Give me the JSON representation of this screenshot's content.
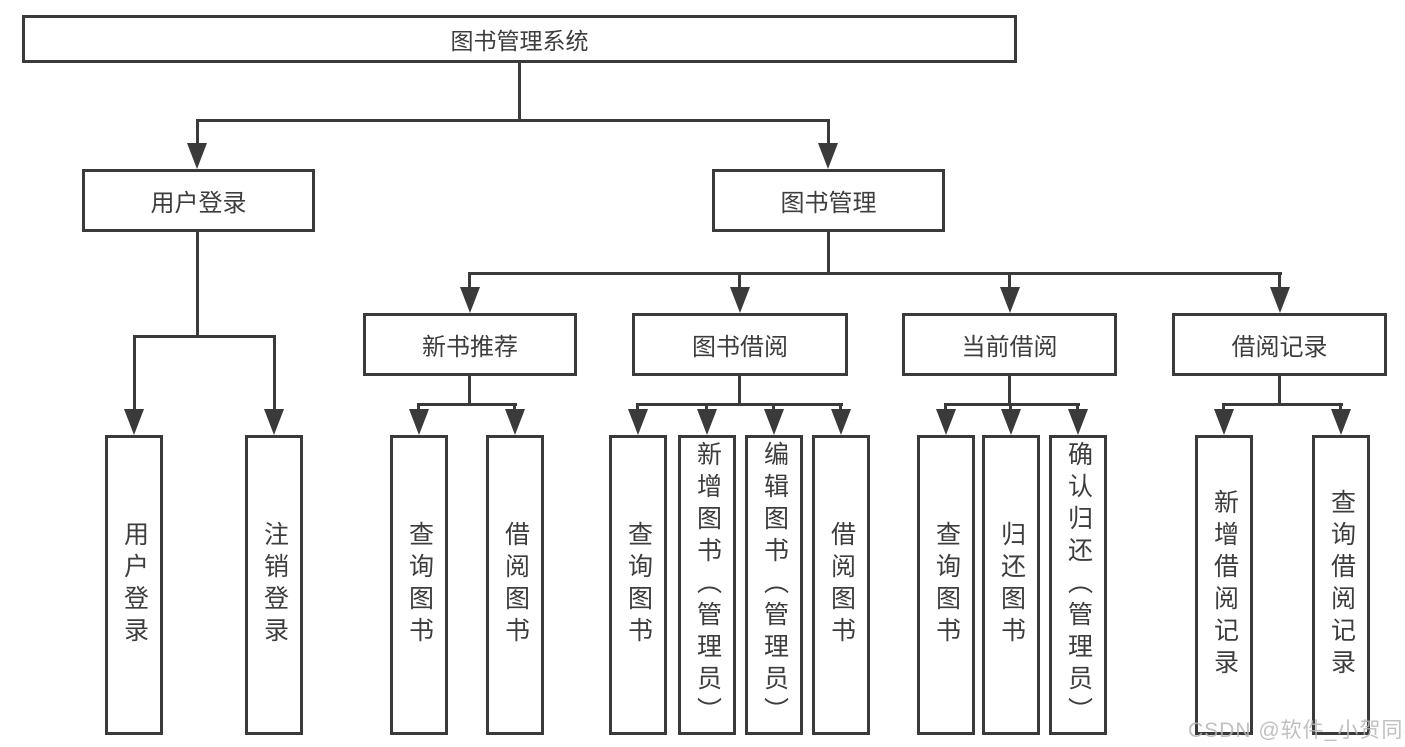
{
  "tree": {
    "label": "图书管理系统",
    "children": [
      {
        "label": "用户登录",
        "children": [
          {
            "label": "用户登录"
          },
          {
            "label": "注销登录"
          }
        ]
      },
      {
        "label": "图书管理",
        "children": [
          {
            "label": "新书推荐",
            "children": [
              {
                "label": "查询图书"
              },
              {
                "label": "借阅图书"
              }
            ]
          },
          {
            "label": "图书借阅",
            "children": [
              {
                "label": "查询图书"
              },
              {
                "label": "新增图书（管理员）"
              },
              {
                "label": "编辑图书（管理员）"
              },
              {
                "label": "借阅图书"
              }
            ]
          },
          {
            "label": "当前借阅",
            "children": [
              {
                "label": "查询图书"
              },
              {
                "label": "归还图书"
              },
              {
                "label": "确认归还（管理员）"
              }
            ]
          },
          {
            "label": "借阅记录",
            "children": [
              {
                "label": "新增借阅记录"
              },
              {
                "label": "查询借阅记录"
              }
            ]
          }
        ]
      }
    ]
  },
  "watermark": {
    "text": "CSDN @软件_小贺同学"
  },
  "colors": {
    "line": "#3a3a3a",
    "text": "#3d3d3d",
    "watermark": "#b6b6b6",
    "background": "#ffffff"
  }
}
